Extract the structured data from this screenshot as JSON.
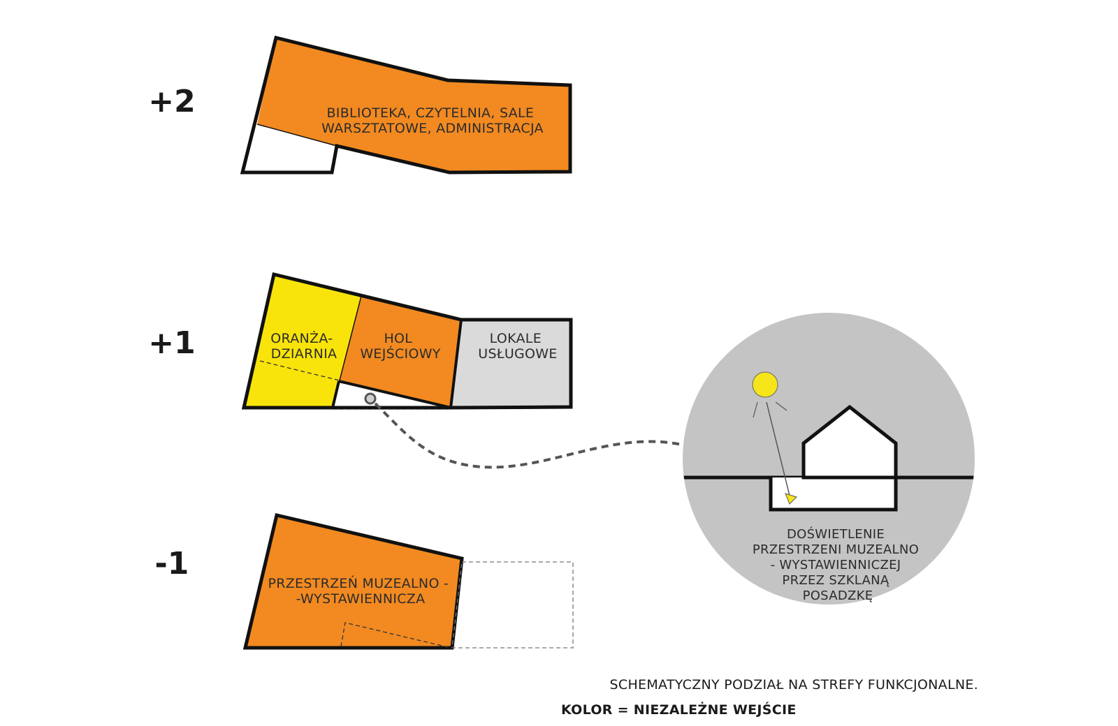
{
  "colors": {
    "orange": "#f28a21",
    "yellow": "#f8e40a",
    "light_gray": "#dadada",
    "circle_gray": "#c4c4c4",
    "outline": "#111111",
    "dashed": "#555555",
    "sun": "#f5e51a"
  },
  "levels": [
    {
      "label": "+2",
      "zones": [
        {
          "lines": [
            "BIBLIOTEKA, CZYTELNIA, SALE",
            "WARSZTATOWE, ADMINISTRACJA"
          ]
        }
      ]
    },
    {
      "label": "+1",
      "zones": [
        {
          "lines": [
            "ORANŻA-",
            "DZIARNIA"
          ]
        },
        {
          "lines": [
            "HOL",
            "WEJŚCIOWY"
          ]
        },
        {
          "lines": [
            "LOKALE",
            "USŁUGOWE"
          ]
        }
      ]
    },
    {
      "label": "-1",
      "zones": [
        {
          "lines": [
            "PRZESTRZEŃ MUZEALNO -",
            "-WYSTAWIENNICZA"
          ]
        }
      ]
    }
  ],
  "detail": {
    "icons": [
      "sun-icon",
      "house-icon",
      "light-ray-arrow-icon"
    ],
    "lines": [
      "DOŚWIETLENIE",
      "PRZESTRZENI MUZEALNO",
      "- WYSTAWIENNICZEJ",
      "PRZEZ SZKLANĄ",
      "POSADZKĘ"
    ]
  },
  "caption": {
    "line1": "SCHEMATYCZNY PODZIAŁ NA STREFY FUNKCJONALNE.",
    "line2": "KOLOR = NIEZALEŻNE WEJŚCIE"
  }
}
